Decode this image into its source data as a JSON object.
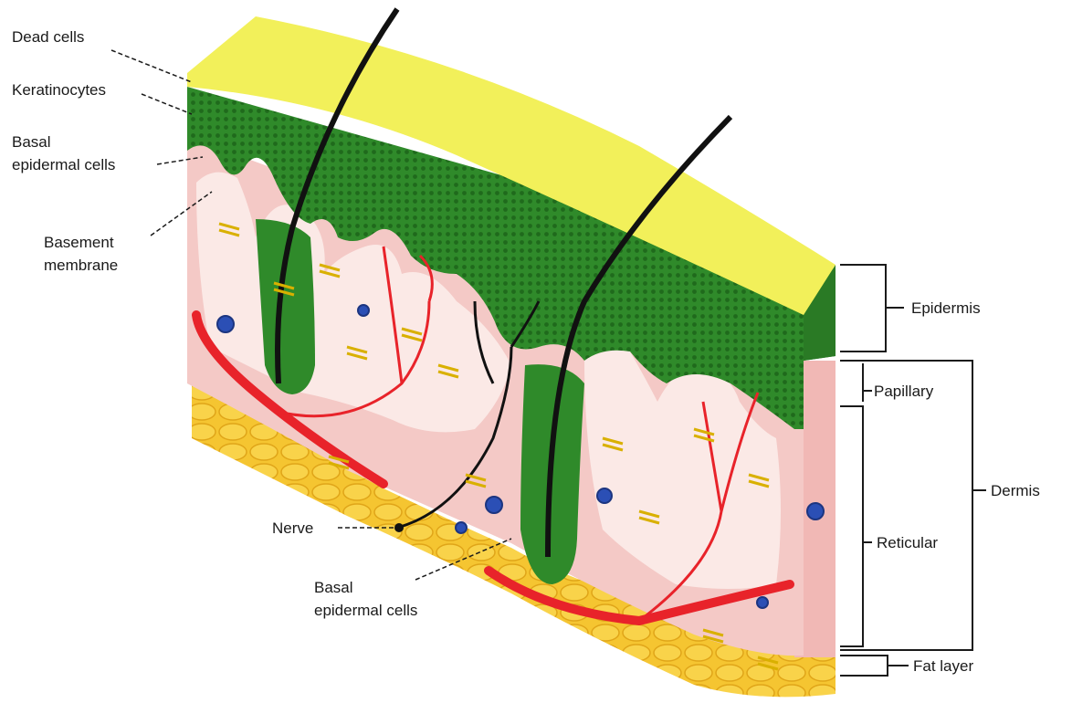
{
  "labels": {
    "dead_cells": "Dead cells",
    "keratinocytes": "Keratinocytes",
    "basal_epidermal_cells_top_1": "Basal",
    "basal_epidermal_cells_top_2": "epidermal cells",
    "basement_membrane_1": "Basement",
    "basement_membrane_2": "membrane",
    "nerve": "Nerve",
    "basal_epidermal_cells_bottom_1": "Basal",
    "basal_epidermal_cells_bottom_2": "epidermal cells",
    "epidermis": "Epidermis",
    "papillary": "Papillary",
    "dermis": "Dermis",
    "reticular": "Reticular",
    "fat_layer": "Fat layer"
  },
  "colors": {
    "dead_cell_layer": "#f2f05a",
    "epidermis_green": "#2f8a2a",
    "dermis_pink": "#f4c9c6",
    "dermis_light": "#fbe9e6",
    "fat_yellow": "#f5c531",
    "blood_vessel": "#e8232a",
    "hair": "#111111",
    "fiber": "#d9b000",
    "cell_nucleus": "#2b4fb5"
  }
}
